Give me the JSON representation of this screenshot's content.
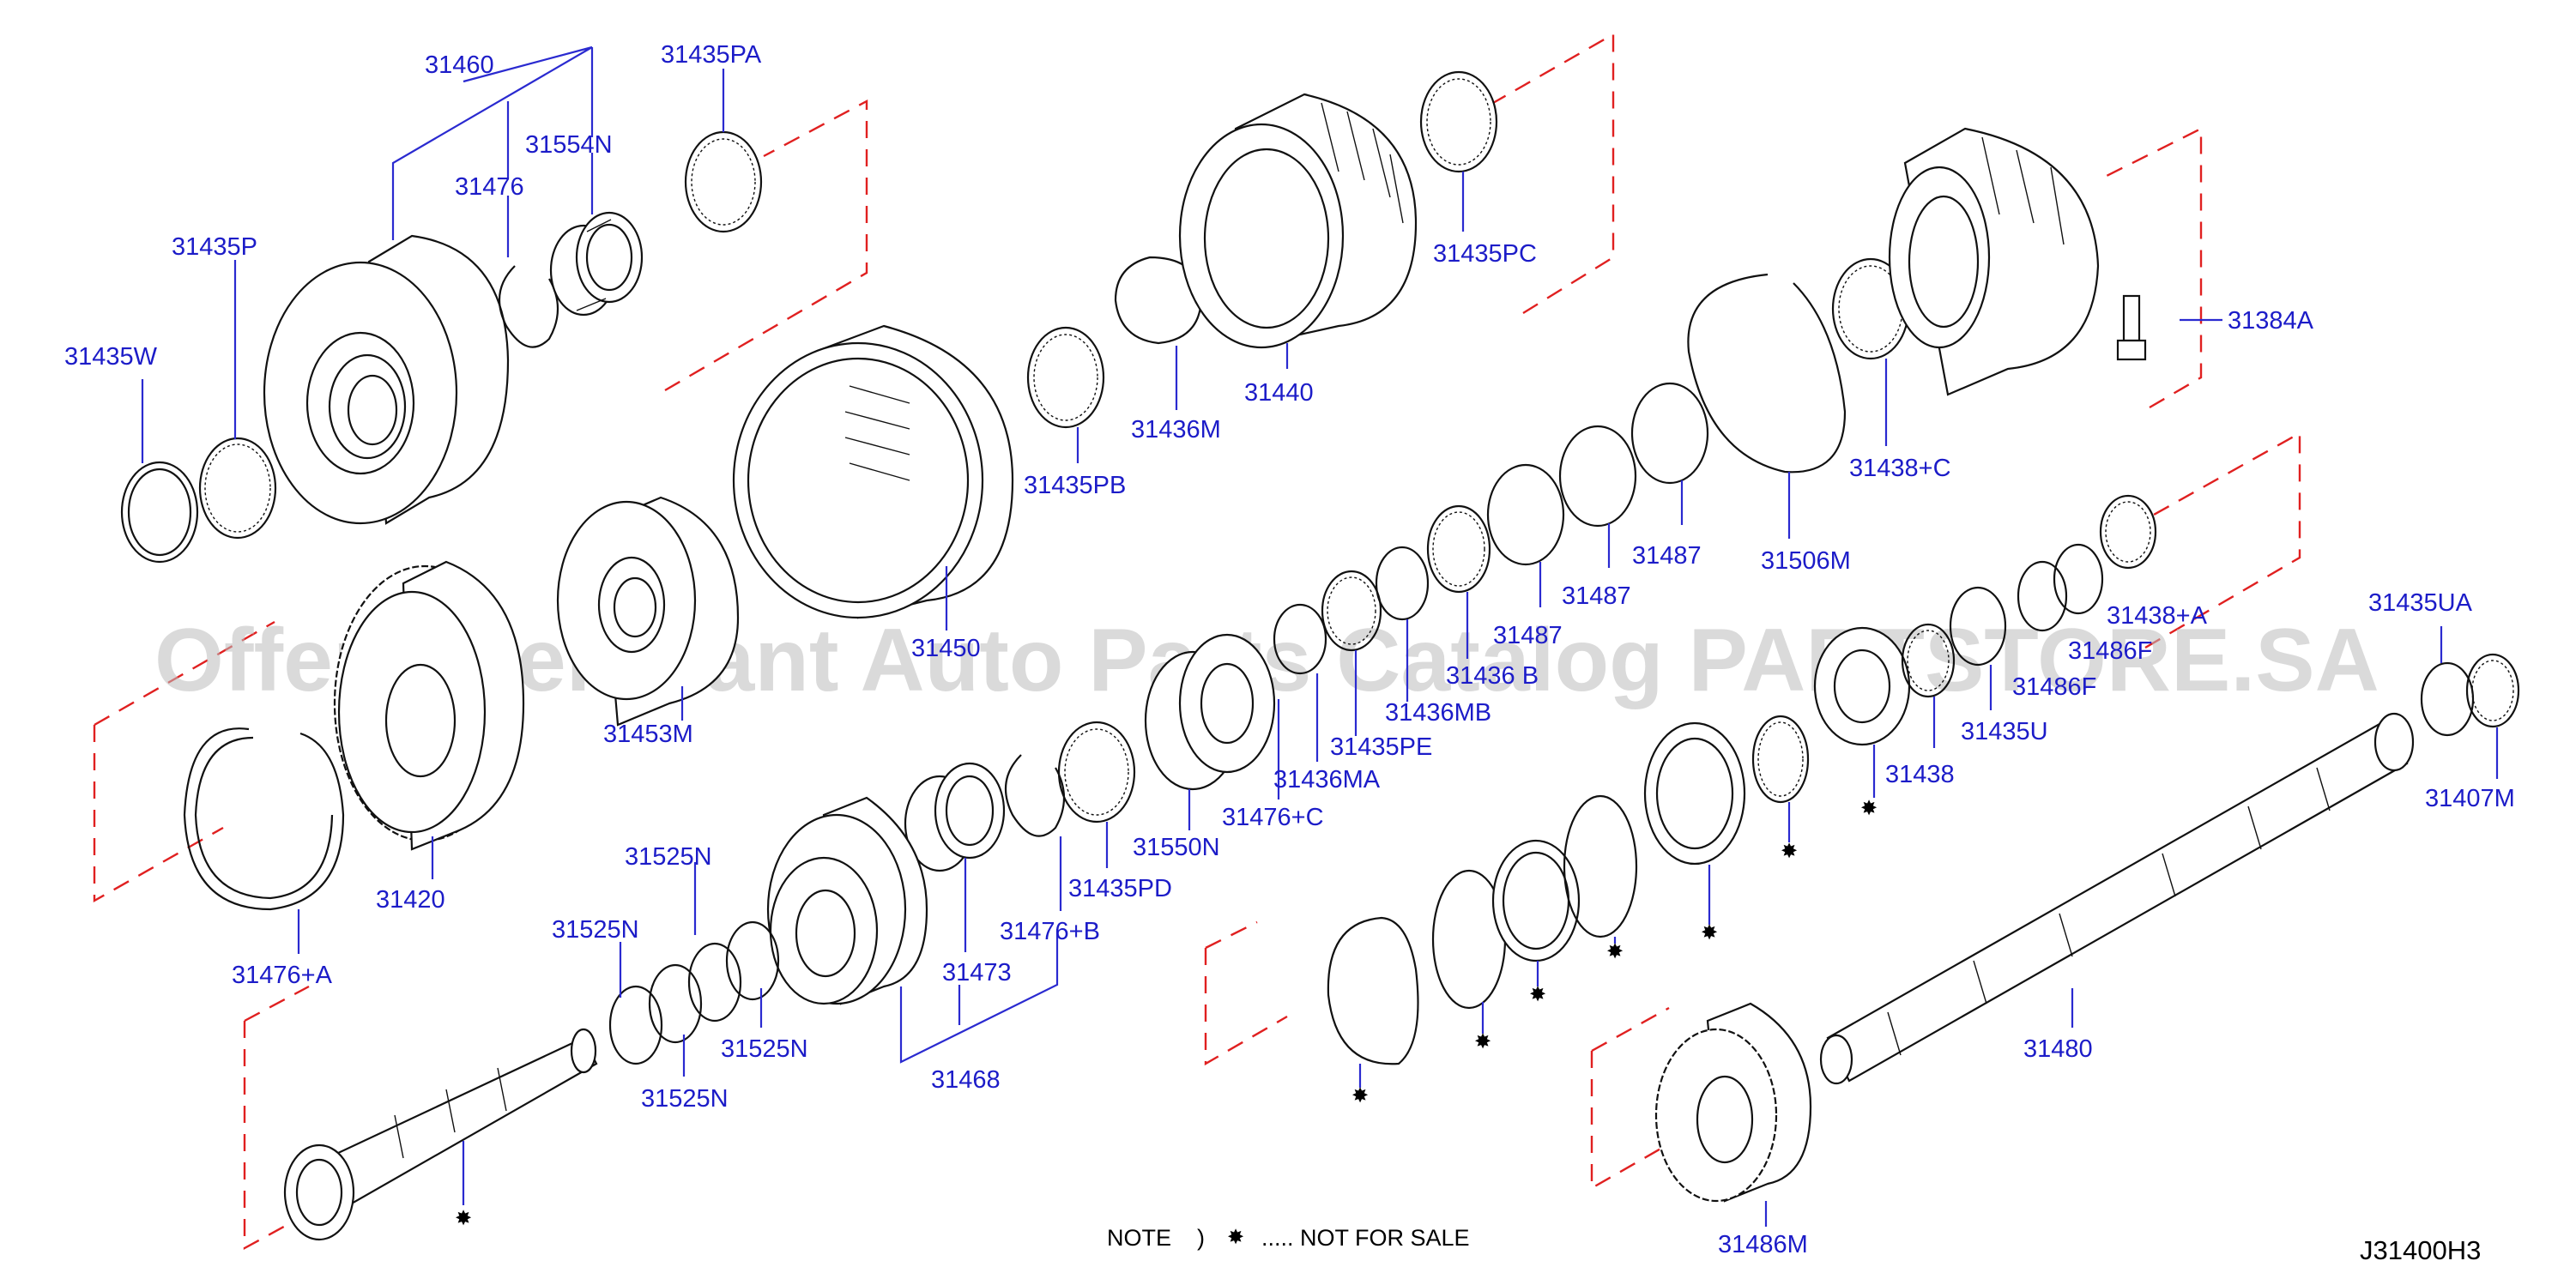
{
  "diagram_code": "J31400H3",
  "watermark": "Offers Merchant Auto Parts Catalog PARTSTORE.SA",
  "note": {
    "prefix": "NOTE",
    "bracket": ")",
    "symbol": "✸",
    "text": "..... NOT   FOR   SALE"
  },
  "not_for_sale_symbol": "✸",
  "labels": {
    "31460": "31460",
    "31435PA": "31435PA",
    "31554N": "31554N",
    "31476": "31476",
    "31435P": "31435P",
    "31435W": "31435W",
    "31435PB": "31435PB",
    "31436M": "31436M",
    "31440": "31440",
    "31435PC": "31435PC",
    "31384A": "31384A",
    "31438C": "31438+C",
    "31506M": "31506M",
    "31487a": "31487",
    "31487b": "31487",
    "31487c": "31487",
    "31436MB_top": "31436 B",
    "31436MB": "31436MB",
    "31435PE": "31435PE",
    "31436MA": "31436MA",
    "31476C": "31476+C",
    "31550N": "31550N",
    "31435PD": "31435PD",
    "31476B": "31476+B",
    "31473": "31473",
    "31468": "31468",
    "31450": "31450",
    "31453M": "31453M",
    "31420": "31420",
    "31476A": "31476+A",
    "31525N_a": "31525N",
    "31525N_b": "31525N",
    "31525N_c": "31525N",
    "31525N_d": "31525N",
    "31438A": "31438+A",
    "31486F_a": "31486F",
    "31486F_b": "31486F",
    "31435U": "31435U",
    "31438": "31438",
    "31435UA": "31435UA",
    "31407M": "31407M",
    "31480": "31480",
    "31486M": "31486M"
  }
}
